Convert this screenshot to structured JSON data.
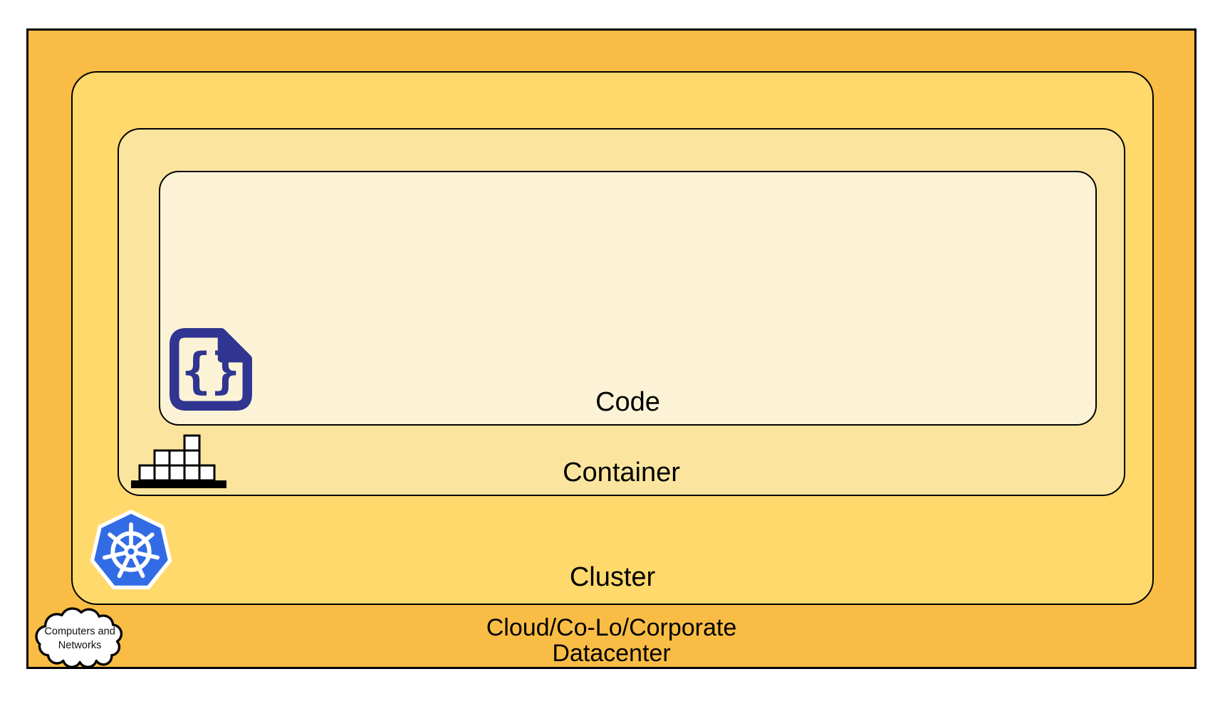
{
  "diagram": {
    "description": "Nested layered diagram: Code inside Container inside Cluster inside Cloud/Co-Lo/Corporate Datacenter"
  },
  "labels": {
    "code": "Code",
    "container": "Container",
    "cluster": "Cluster",
    "datacenter_line1": "Cloud/Co-Lo/Corporate",
    "datacenter_line2": "Datacenter",
    "cloud_line1": "Computers and",
    "cloud_line2": "Networks",
    "code_icon_glyph": "{}"
  },
  "colors": {
    "datacenter_fill": "#F9BD45",
    "cluster_fill": "#FFD96B",
    "container_fill": "#FBE59E",
    "code_fill": "#FCF3D6",
    "outline": "#000000",
    "code_icon_navy": "#2F3590",
    "kubernetes_blue": "#326CE5",
    "block_fill": "#FFFFFF",
    "cloud_fill": "#FFFFFF"
  },
  "icons": {
    "code": "code-file-icon",
    "container": "container-blocks-icon",
    "cluster": "kubernetes-icon",
    "datacenter": "computers-networks-cloud-icon"
  }
}
